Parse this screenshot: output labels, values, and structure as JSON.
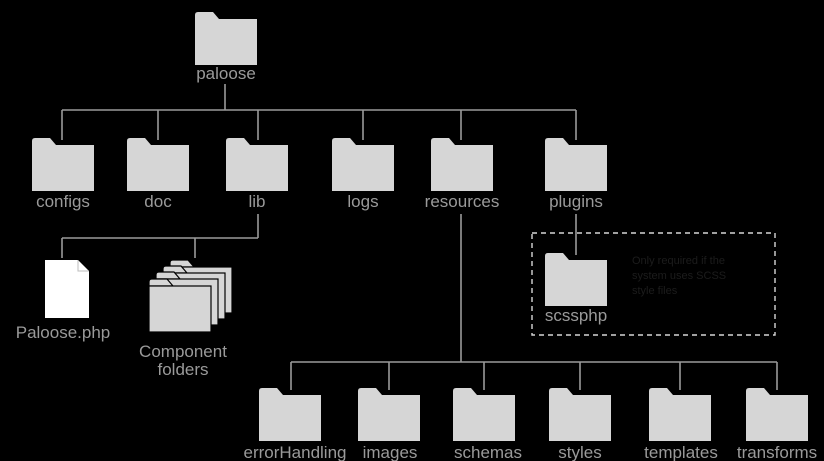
{
  "root": {
    "label": "paloose"
  },
  "level1": [
    {
      "id": "configs",
      "label": "configs"
    },
    {
      "id": "doc",
      "label": "doc"
    },
    {
      "id": "lib",
      "label": "lib"
    },
    {
      "id": "logs",
      "label": "logs"
    },
    {
      "id": "resources",
      "label": "resources"
    },
    {
      "id": "plugins",
      "label": "plugins"
    }
  ],
  "lib_children": {
    "file": {
      "label": "Paloose.php"
    },
    "components": {
      "label_line1": "Component",
      "label_line2": "folders"
    }
  },
  "plugins_children": {
    "folder": {
      "label": "scssphp"
    },
    "note": {
      "line1": "Only required if the",
      "line2": "system uses SCSS",
      "line3": "style files"
    }
  },
  "resources_children": [
    {
      "id": "errorHandling",
      "label": "errorHandling"
    },
    {
      "id": "images",
      "label": "images"
    },
    {
      "id": "schemas",
      "label": "schemas"
    },
    {
      "id": "styles",
      "label": "styles"
    },
    {
      "id": "templates",
      "label": "templates"
    },
    {
      "id": "transforms",
      "label": "transforms"
    }
  ],
  "colors": {
    "background": "#000000",
    "folder": "#d6d6d6",
    "line": "#9a9a9a",
    "label": "#9a9a9a",
    "file": "#ffffff"
  }
}
